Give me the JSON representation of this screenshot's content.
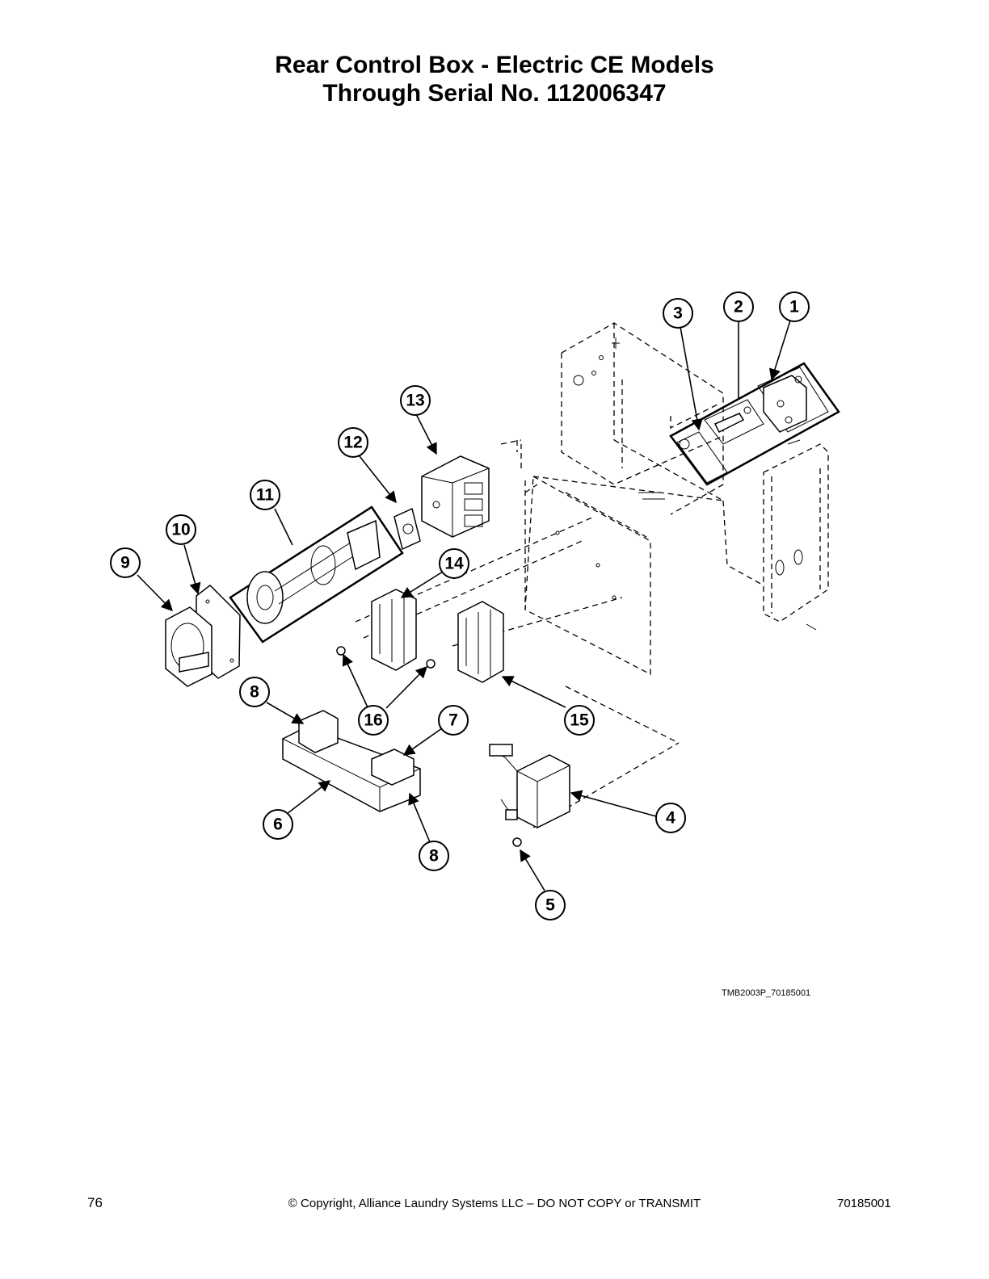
{
  "title": {
    "line1": "Rear Control Box - Electric CE Models",
    "line2": "Through Serial No. 112006347"
  },
  "figure_code": "TMB2003P_70185001",
  "callouts": [
    "1",
    "2",
    "3",
    "4",
    "5",
    "6",
    "7",
    "8",
    "8",
    "9",
    "10",
    "11",
    "12",
    "13",
    "14",
    "15",
    "16"
  ],
  "footer": {
    "page_number": "76",
    "copyright": "© Copyright, Alliance Laundry Systems LLC – DO NOT COPY or TRANSMIT",
    "doc_number": "70185001"
  }
}
